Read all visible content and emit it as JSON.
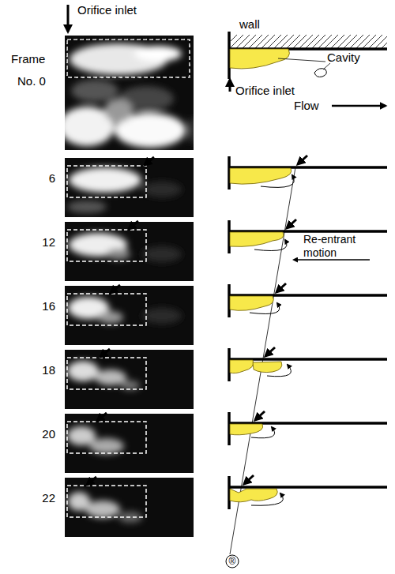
{
  "diagram": {
    "labels": [
      "Orifice inlet",
      "wall",
      "Frame",
      "No. 0",
      "Orifice inlet",
      "Cavity",
      "Flow",
      "6",
      "12",
      "Re-entrant motion",
      "16",
      "18",
      "20",
      "22",
      "®"
    ]
  }
}
